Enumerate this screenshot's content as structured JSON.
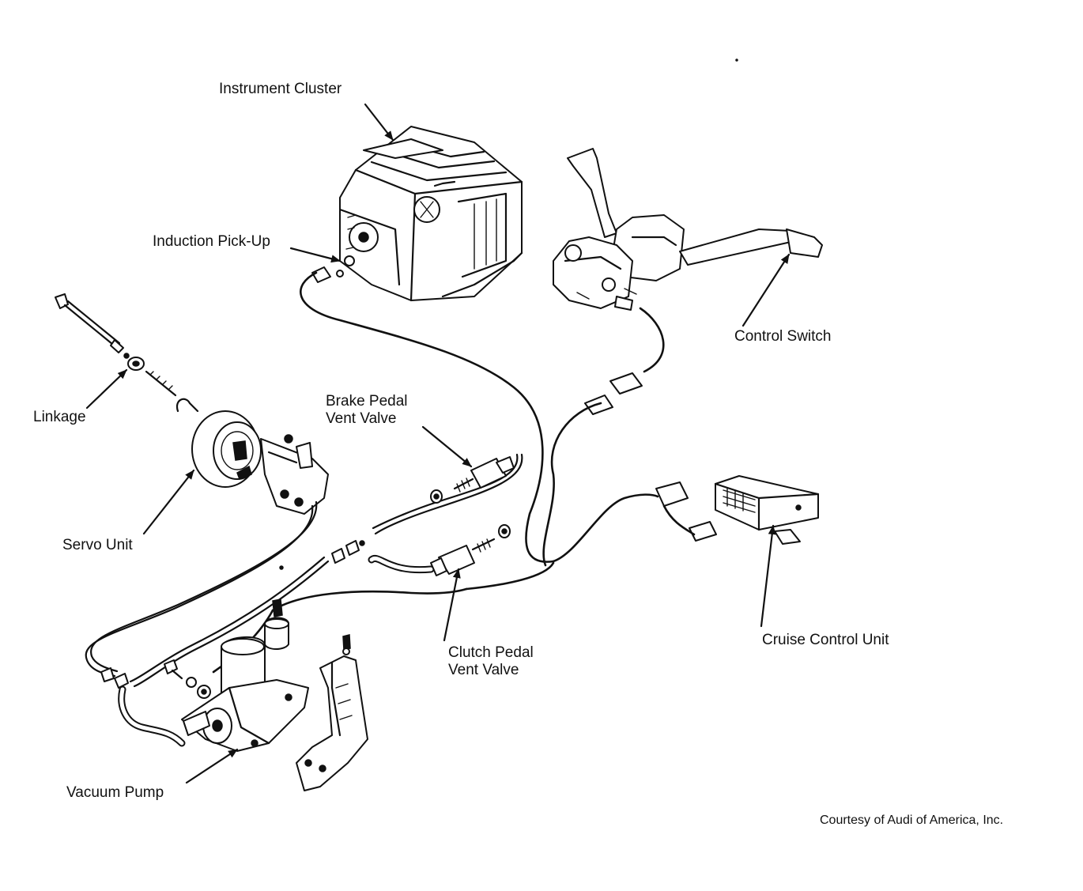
{
  "labels": {
    "instrument_cluster": "Instrument Cluster",
    "induction_pickup": "Induction Pick-Up",
    "linkage": "Linkage",
    "brake_pedal_vent_valve_line1": "Brake Pedal",
    "brake_pedal_vent_valve_line2": "Vent Valve",
    "control_switch": "Control Switch",
    "servo_unit": "Servo Unit",
    "clutch_pedal_vent_valve_line1": "Clutch Pedal",
    "clutch_pedal_vent_valve_line2": "Vent Valve",
    "cruise_control_unit": "Cruise Control Unit",
    "vacuum_pump": "Vacuum Pump"
  },
  "credit": "Courtesy of Audi of America, Inc."
}
